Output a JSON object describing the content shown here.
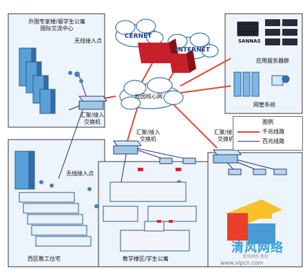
{
  "labels": {
    "intl_center": [
      "外国专家楼/留学生公寓",
      "国际交流中心"
    ],
    "wireless_ap_1": "无线接入点",
    "wireless_ap_2": "无线接入点",
    "agg_switch_left": [
      "汇聚/接入",
      "交换机"
    ],
    "agg_switch_mid": [
      "汇聚/接入",
      "交换机"
    ],
    "agg_switch_right": [
      "汇聚/接入",
      "交换机"
    ],
    "cernet": "CERNET",
    "internet": "INTERNET",
    "core": "校园核心网",
    "sannas": "SANNAS",
    "app_servers": "应用服务器群",
    "net_mgmt": "网管系统",
    "west_housing": "西区教工住宅",
    "teaching_area": "教学楼区/学生公寓"
  },
  "legend": {
    "title": "图例",
    "gigabit": "千兆线路",
    "fast": "百兆线路"
  },
  "colors": {
    "gigabit_line": "#e8402a",
    "fast_line": "#1a2a8c",
    "cloud": "#ffffff",
    "flag": "#e02020",
    "zone_bg": "#eef4fb"
  },
  "watermark": {
    "brand": "清风网络",
    "tagline": "清风网络 教程",
    "url": "www.vipcn.com"
  }
}
